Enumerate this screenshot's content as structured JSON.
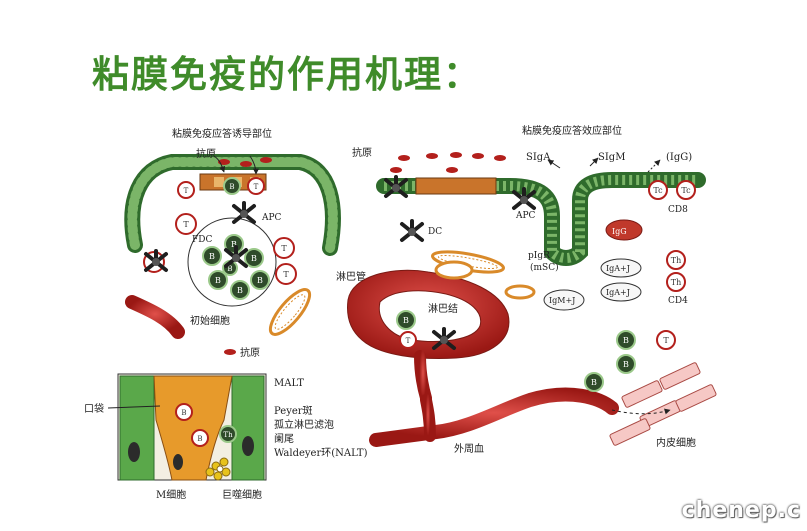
{
  "title": "粘膜免疫的作用机理：",
  "watermark": "chenep.c",
  "labels": {
    "induction_site": "粘膜免疫应答诱导部位",
    "effector_site": "粘膜免疫应答效应部位",
    "antigen_left": "抗原",
    "antigen_right": "抗原",
    "antigen_bottom": "抗原",
    "apc_left": "APC",
    "apc_right": "APC",
    "fdc": "FDC",
    "dc": "DC",
    "naive_cell": "初始细胞",
    "lymph_duct": "淋巴管",
    "lymph_node": "淋巴结",
    "siga": "SIgA",
    "sigm": "SIgM",
    "igg": "(IgG)",
    "cd8": "CD8",
    "cd4": "CD4",
    "pigr": "pIgR",
    "msc": "(mSC)",
    "igg_cell": "IgG",
    "iga_j_1": "IgA+J",
    "iga_j_2": "IgA+J",
    "igm_j": "IgM+J",
    "pocket": "口袋",
    "m_cell": "M细胞",
    "macrophage": "巨噬细胞",
    "malt": "MALT",
    "peyer": "Peyer斑",
    "isolated_follicle": "孤立淋巴滤泡",
    "appendix": "阑尾",
    "waldeyer": "Waldeyer环(NALT)",
    "peripheral_blood": "外周血",
    "endothelial": "内皮细胞"
  },
  "cell_letters": {
    "t": "T",
    "b": "B",
    "tc": "Tc",
    "th": "Th"
  },
  "colors": {
    "title_green": "#3f8b2a",
    "epithelium_green": "#3e7d3a",
    "vessel_red": "#b3201c",
    "orange": "#e79a2b",
    "cell_dark": "#2f4b2a"
  }
}
